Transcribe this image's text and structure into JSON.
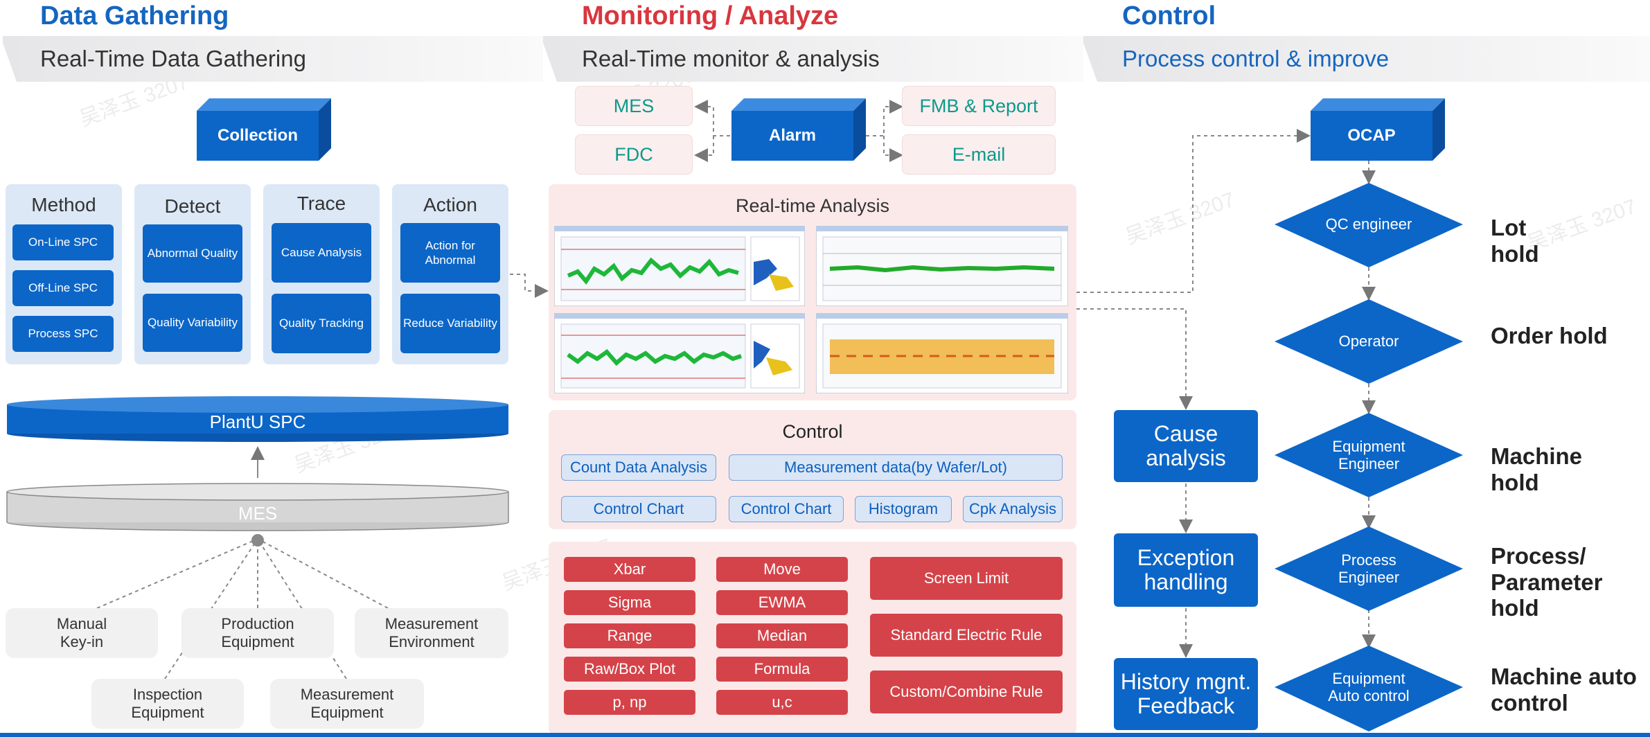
{
  "sections": {
    "gathering": {
      "title": "Data Gathering",
      "subtitle": "Real-Time Data Gathering"
    },
    "monitor": {
      "title": "Monitoring / Analyze",
      "subtitle": "Real-Time monitor & analysis"
    },
    "control": {
      "title": "Control",
      "subtitle": "Process control & improve"
    }
  },
  "colors": {
    "title_blue": "#1565c0",
    "title_red": "#d9363e",
    "box_blue": "#0c66c8",
    "red_btn": "#d44349",
    "teal": "#0b9a8a"
  },
  "gathering": {
    "collection": "Collection",
    "panels": [
      {
        "title": "Method",
        "items": [
          "On-Line SPC",
          "Off-Line SPC",
          "Process SPC"
        ]
      },
      {
        "title": "Detect",
        "items": [
          "Abnormal Quality",
          "Quality Variability"
        ]
      },
      {
        "title": "Trace",
        "items": [
          "Cause Analysis",
          "Quality Tracking"
        ]
      },
      {
        "title": "Action",
        "items": [
          "Action for Abnormal",
          "Reduce Variability"
        ]
      }
    ],
    "plantu": "PlantU SPC",
    "mes": "MES",
    "sources": [
      "Manual Key-in",
      "Production Equipment",
      "Measurement Environment",
      "Inspection Equipment",
      "Measurement Equipment"
    ]
  },
  "monitor": {
    "alarm": "Alarm",
    "left_targets": [
      "MES",
      "FDC"
    ],
    "right_targets": [
      "FMB & Report",
      "E-mail"
    ],
    "realtime_title": "Real-time Analysis",
    "control_title": "Control",
    "count_data": "Count Data Analysis",
    "measurement_data": "Measurement data(by Wafer/Lot)",
    "control_chart_1": "Control Chart",
    "control_chart_2": "Control Chart",
    "histogram": "Histogram",
    "cpk": "Cpk Analysis",
    "chart_col1": [
      "Xbar",
      "Sigma",
      "Range",
      "Raw/Box Plot",
      "p, np"
    ],
    "chart_col2": [
      "Move",
      "EWMA",
      "Median",
      "Formula",
      "u,c"
    ],
    "rules": [
      "Screen Limit",
      "Standard Electric Rule",
      "Custom/Combine Rule"
    ]
  },
  "control": {
    "ocap": "OCAP",
    "diamonds": [
      "QC engineer",
      "Operator",
      "Equipment Engineer",
      "Process Engineer",
      "Equipment Auto control"
    ],
    "labels": [
      "Lot hold",
      "Order hold",
      "Machine hold",
      "Process/ Parameter hold",
      "Machine auto control"
    ],
    "side": [
      "Cause analysis",
      "Exception handling",
      "History mgnt. Feedback"
    ]
  }
}
